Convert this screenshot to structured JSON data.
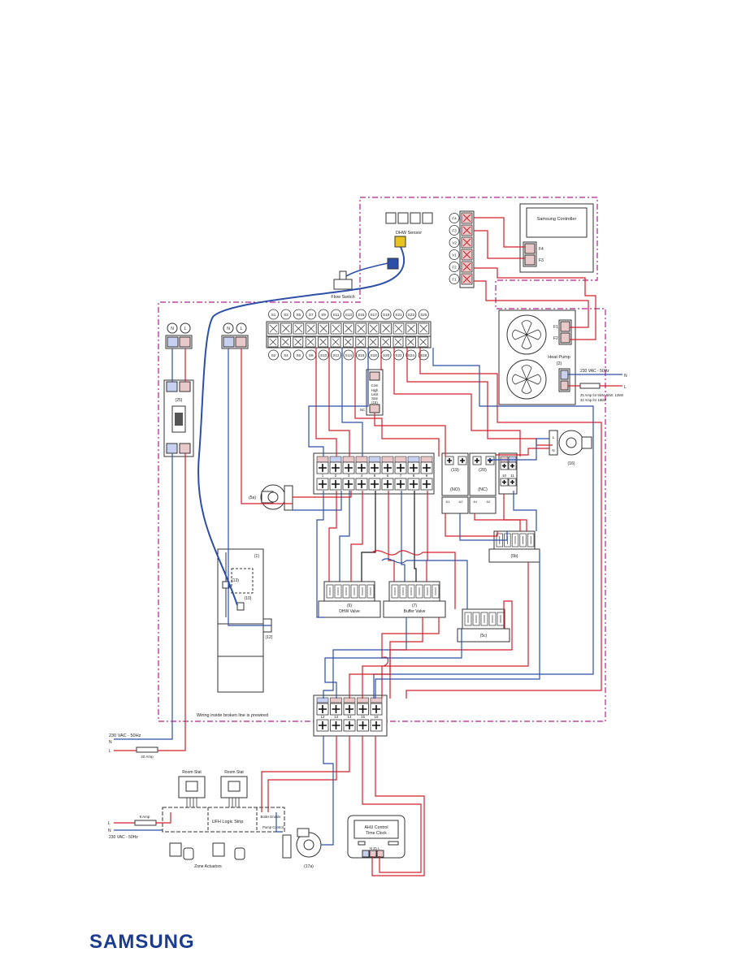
{
  "brand": "SAMSUNG",
  "colors": {
    "live": "#d0202a",
    "neutral": "#2d4fa8",
    "boundary": "#b0208f",
    "signal": "#1a1a1a",
    "brand": "#1b3c8f"
  },
  "samsung_controller": {
    "title": "Samsung Controller",
    "terminals": [
      "F4",
      "F3"
    ]
  },
  "controller_terminals": [
    "F4",
    "F3",
    "V2",
    "V1",
    "F2",
    "F1"
  ],
  "dhw_sensor": {
    "label": "DHW Sensor"
  },
  "flow_switch": {
    "label": "Flow Switch"
  },
  "heat_pump": {
    "label": "Heat Pump",
    "ref": "(2)",
    "terminals": [
      "F1",
      "F2"
    ],
    "supply": "230 VAC - 50Hz",
    "fuse_note_1": "25 Amp for 5kW, 6kW, 12kW",
    "fuse_note_2": "32 Amp for 16kW",
    "n": "N",
    "l": "L"
  },
  "supply_terminals": {
    "left": [
      "N",
      "L"
    ],
    "right": [
      "N",
      "L"
    ]
  },
  "top_terminal_labels": [
    "S1",
    "S3",
    "S5",
    "S7",
    "S9",
    "S11",
    "S13",
    "S15",
    "S17",
    "S19",
    "S21",
    "S23",
    "S25"
  ],
  "bottom_terminal_labels": [
    "S2",
    "S4",
    "S6",
    "S8",
    "S10",
    "S12",
    "S14",
    "S16",
    "S18",
    "S20",
    "S22",
    "S24",
    "S26"
  ],
  "high_limit_stat": {
    "lines": [
      "Com",
      "High",
      "Limit",
      "Stat",
      "(15)"
    ],
    "nc": "NC"
  },
  "isolator": {
    "ref": "(25)"
  },
  "main_block_numbers": [
    "1",
    "2",
    "3",
    "4",
    "5",
    "6",
    "7",
    "8",
    "9",
    "10",
    "11"
  ],
  "relays": [
    {
      "ref": "(19)",
      "mode": "(NO)"
    },
    {
      "ref": "(20)",
      "mode": "(NC)"
    }
  ],
  "relay_bottom_labels": [
    "A1",
    "A2",
    "A1",
    "A2"
  ],
  "pump_left": {
    "ref": "(5a)"
  },
  "pump_right": {
    "ref": "(16)",
    "labels": [
      "L",
      "N"
    ]
  },
  "cylinder": {
    "ref": "(1)",
    "parts": [
      "(13)",
      "(10)",
      "(12)"
    ]
  },
  "dhw_valve": {
    "ref": "(6)",
    "label": "DHW Valve"
  },
  "buffer_valve": {
    "ref": "(7)",
    "label": "Buffer Valve"
  },
  "valve_5c": {
    "ref": "(5c)"
  },
  "valve_5b": {
    "ref": "(5b)"
  },
  "lower_block_numbers": [
    "12",
    "13",
    "14",
    "15",
    "16"
  ],
  "prewired_note": "Wiring inside broken line is prewired",
  "mains_supply": {
    "voltage": "230 VAC - 50Hz",
    "n": "N",
    "l": "L",
    "fuse": "20 Amp"
  },
  "ufh": {
    "room_stat_1": "Room Stat",
    "room_stat_2": "Room Stat",
    "logic_strip": "UFH Logic Strip",
    "boiler_enable": "Boiler Enable",
    "pump_control": "Pump Control",
    "zone_actuators": "Zone Actuators",
    "pump_ref": "(17a)",
    "fuse": "5 Amp",
    "supply": "230 VAC - 50Hz",
    "l": "L",
    "n": "N"
  },
  "ahu": {
    "line1": "AHU Control",
    "line2": "Time Clock",
    "terminals": "N  Z1  L"
  }
}
